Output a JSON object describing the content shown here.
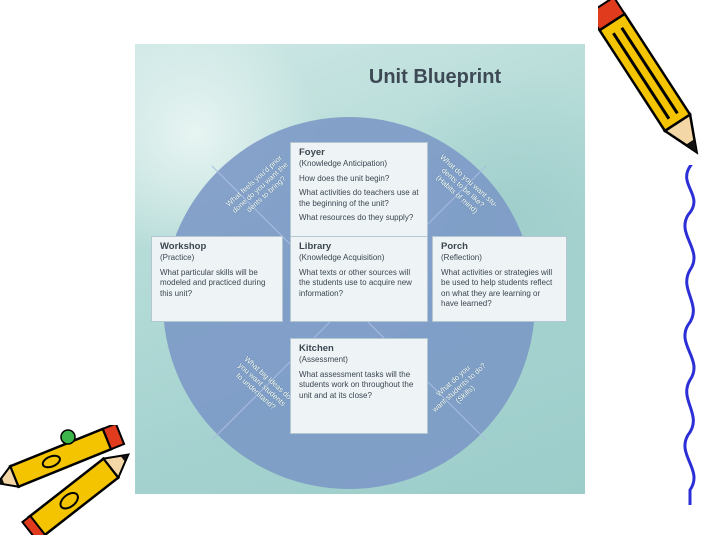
{
  "title": "Unit Blueprint",
  "sections": {
    "foyer": {
      "title": "Foyer",
      "subtitle": "(Knowledge Anticipation)",
      "questions": [
        "How does the unit begin?",
        "What activities do teachers use at the beginning of the unit?",
        "What resources do they supply?"
      ]
    },
    "workshop": {
      "title": "Workshop",
      "subtitle": "(Practice)",
      "questions": [
        "What particular skills will be modeled and practiced during this unit?"
      ]
    },
    "library": {
      "title": "Library",
      "subtitle": "(Knowledge Acquisition)",
      "questions": [
        "What texts or other sources will the students use to acquire new information?"
      ]
    },
    "porch": {
      "title": "Porch",
      "subtitle": "(Reflection)",
      "questions": [
        "What activities or strategies will be used to help students reflect on what they are learning or have learned?"
      ]
    },
    "kitchen": {
      "title": "Kitchen",
      "subtitle": "(Assessment)",
      "questions": [
        "What assessment tasks will the students work on throughout the unit and at its close?"
      ]
    }
  },
  "quadrants": {
    "top_left": "What feels you'd prior\ndone do you want the\ndents to bring?",
    "top_right": "What do you want stu-\ndents to be like?\n(Habits of mind)",
    "bottom_left": "What big ideas do\nyou want students\nto understand?",
    "bottom_right": "What do you\nwant students to do?\n(Skills)"
  },
  "colors": {
    "ring": "#7b97c6",
    "box_bg": "#eef4f6",
    "pencil_body": "#f5c400",
    "pencil_stripe": "#e03b1c"
  }
}
